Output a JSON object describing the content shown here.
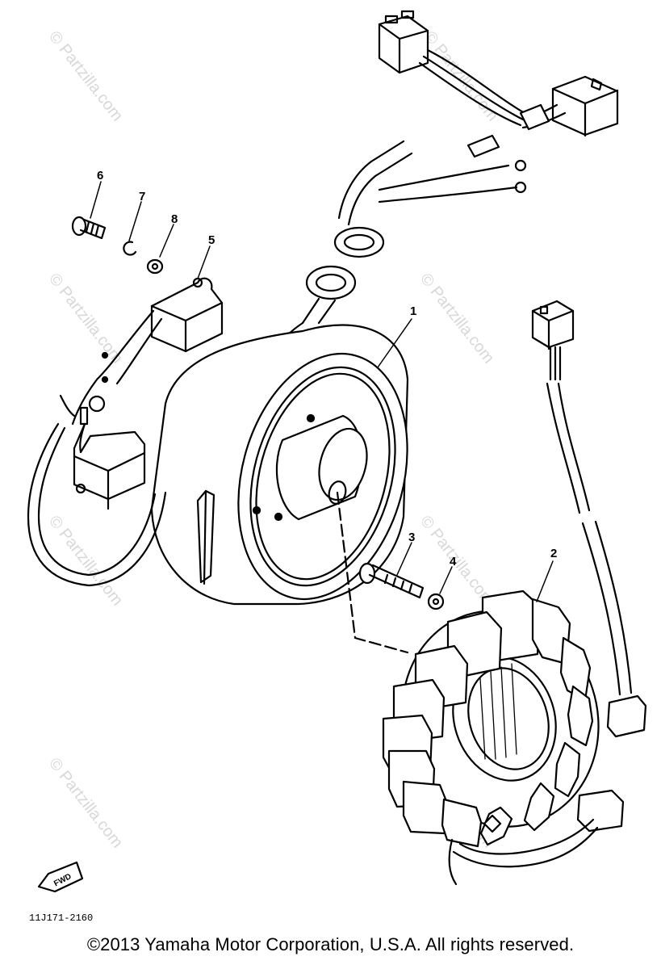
{
  "watermark": "© Partzilla.com",
  "callouts": [
    "1",
    "2",
    "3",
    "4",
    "5",
    "6",
    "7",
    "8"
  ],
  "fwd_label": "FWD",
  "drawing_code": "11J171-2160",
  "copyright": "©2013 Yamaha Motor Corporation, U.S.A. All rights reserved."
}
